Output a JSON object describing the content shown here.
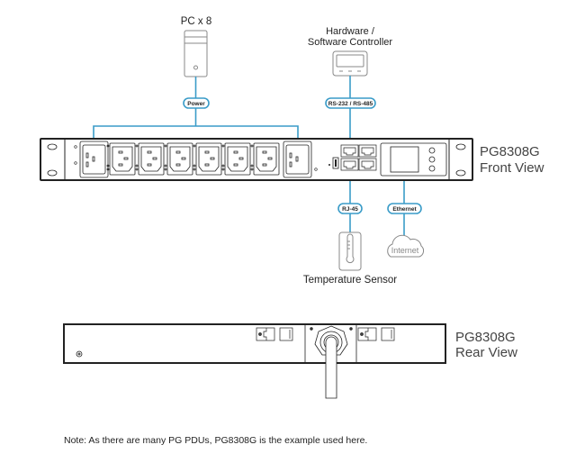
{
  "devices": {
    "pc": {
      "label": "PC x 8",
      "icon": "pc-tower-icon"
    },
    "controller": {
      "label_line1": "Hardware /",
      "label_line2": "Software Controller",
      "icon": "controller-display-icon"
    },
    "temperature_sensor": {
      "label": "Temperature Sensor",
      "icon": "thermometer-icon"
    },
    "internet": {
      "label": "Internet",
      "icon": "cloud-icon"
    }
  },
  "connections": {
    "power": "Power",
    "serial": "RS-232 / RS-485",
    "rj45": "RJ-45",
    "ethernet": "Ethernet"
  },
  "pdu": {
    "model": "PG8308G",
    "front_view_label": "Front View",
    "rear_view_label": "Rear View",
    "outlet_count": 8,
    "outlets": [
      "C19",
      "C13",
      "C13",
      "C13",
      "C13",
      "C13",
      "C13",
      "C19"
    ]
  },
  "colors": {
    "connector_line": "#3a9cc8",
    "outline": "#222222",
    "device_gray": "#888888"
  },
  "note": "Note: As there are many PG PDUs, PG8308G is the example used here."
}
